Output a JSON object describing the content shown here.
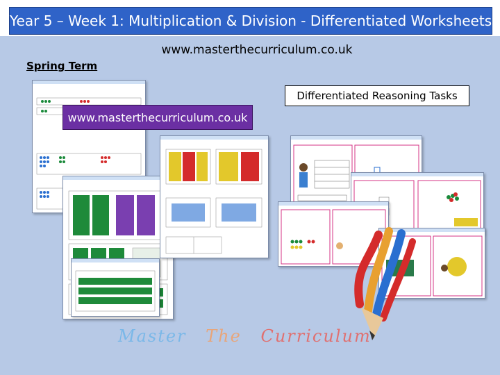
{
  "header": {
    "title": "Year 5 – Week 1: Multiplication & Division - Differentiated Worksheets"
  },
  "website_url": "www.masterthecurriculum.co.uk",
  "term_label": "Spring Term",
  "reasoning_label": "Differentiated Reasoning Tasks",
  "purple_banner_url": "www.masterthecurriculum.co.uk",
  "footer": {
    "word1": "Master",
    "word2": "The",
    "word3": "Curriculum"
  },
  "colors": {
    "header_blue": "#2f63c8",
    "background": "#b7c9e6",
    "banner_purple": "#6b2fa3",
    "footer_blue": "#7ab8e8",
    "footer_orange": "#e8a57a",
    "footer_red": "#e07070"
  }
}
